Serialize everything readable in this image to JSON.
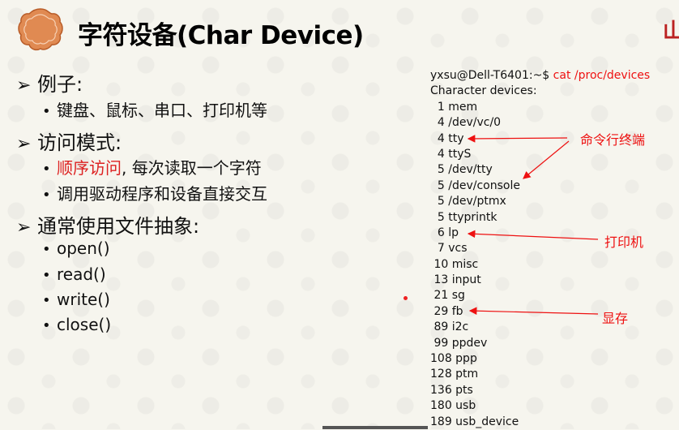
{
  "slide": {
    "title": "字符设备(Char Device)",
    "bullets": {
      "b1": "例子:",
      "b1_sub1": "键盘、鼠标、串口、打印机等",
      "b2": "访问模式:",
      "b2_sub1_red": "顺序访问",
      "b2_sub1_rest": ", 每次读取一个字符",
      "b2_sub2": "调用驱动程序和设备直接交互",
      "b3": "通常使用文件抽象:",
      "b3_sub1": "open()",
      "b3_sub2": "read()",
      "b3_sub3": "write()",
      "b3_sub4": "close()"
    },
    "terminal": {
      "prompt": "yxsu@Dell-T6401:~$ ",
      "command": "cat /proc/devices",
      "header": "Character devices:",
      "lines": [
        "  1 mem",
        "  4 /dev/vc/0",
        "  4 tty",
        "  4 ttyS",
        "  5 /dev/tty",
        "  5 /dev/console",
        "  5 /dev/ptmx",
        "  5 ttyprintk",
        "  6 lp",
        "  7 vcs",
        " 10 misc",
        " 13 input",
        " 21 sg",
        " 29 fb",
        " 89 i2c",
        " 99 ppdev",
        "108 ppp",
        "128 ptm",
        "136 pts",
        "180 usb",
        "189 usb_device"
      ]
    },
    "annotations": {
      "terminal_label": "命令行终端",
      "printer_label": "打印机",
      "framebuffer_label": "显存"
    },
    "colors": {
      "accent_red": "#e11111",
      "logo_orange": "#e08a52"
    }
  }
}
